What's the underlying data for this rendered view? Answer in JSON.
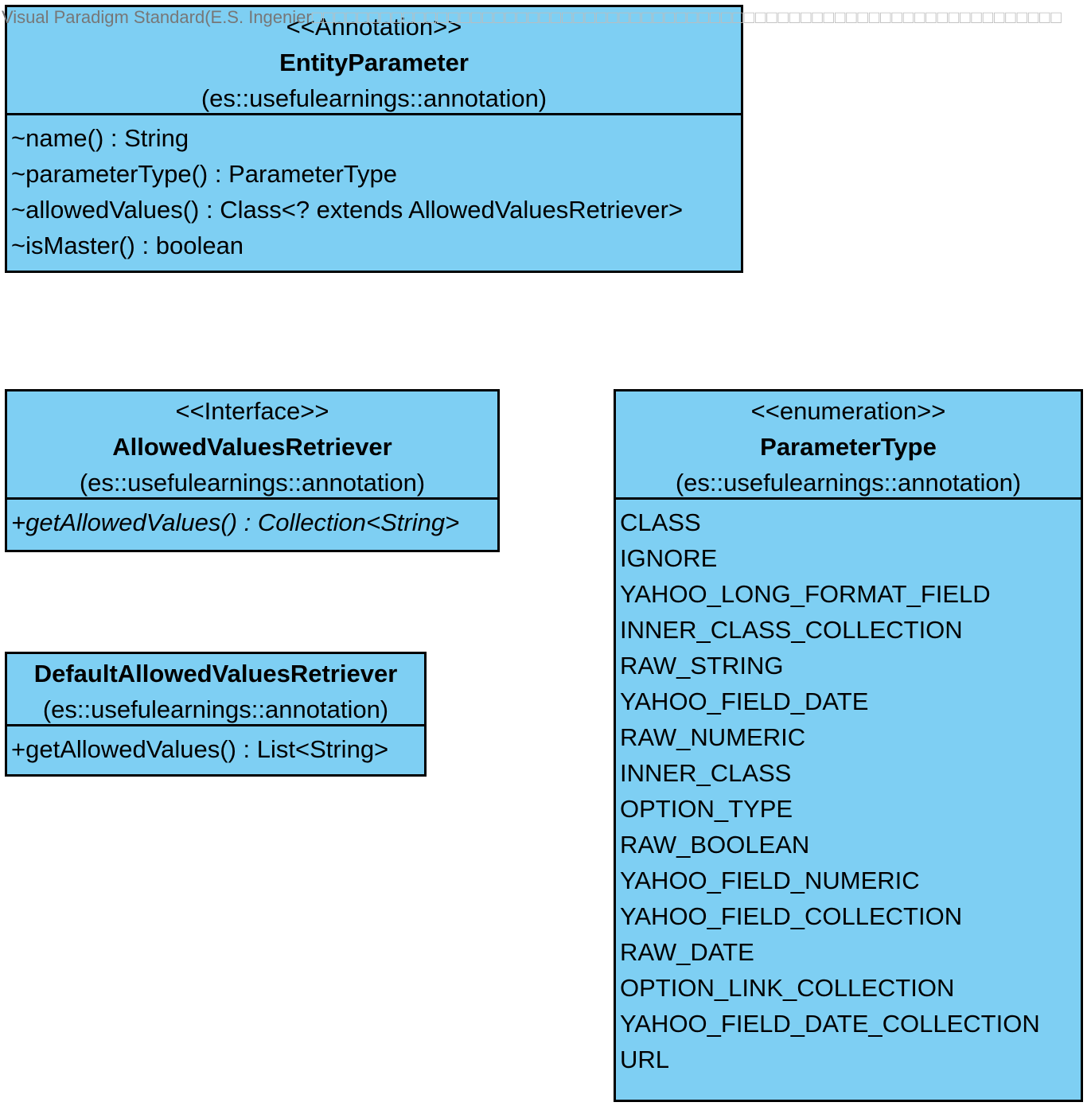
{
  "watermark": {
    "text": "Visual Paradigm Standard(E.S. Ingenier",
    "boxes": "□□□□□□□□□□□□□□□□□□□□□□□□□□□□□□□□□□□□□□□□□□□□□□□□□□□□□□□□□□□□□□□□□□"
  },
  "entity_parameter": {
    "stereotype": "<<Annotation>>",
    "name": "EntityParameter",
    "package": "(es::usefulearnings::annotation)",
    "members": [
      "~name() : String",
      "~parameterType() : ParameterType",
      "~allowedValues() : Class<? extends AllowedValuesRetriever>",
      "~isMaster() : boolean"
    ]
  },
  "allowed_values_retriever": {
    "stereotype": "<<Interface>>",
    "name": "AllowedValuesRetriever",
    "package": "(es::usefulearnings::annotation)",
    "members": [
      "+getAllowedValues() : Collection<String>"
    ]
  },
  "default_allowed_values_retriever": {
    "name": "DefaultAllowedValuesRetriever",
    "package": "(es::usefulearnings::annotation)",
    "members": [
      "+getAllowedValues() : List<String>"
    ]
  },
  "parameter_type": {
    "stereotype": "<<enumeration>>",
    "name": "ParameterType",
    "package": "(es::usefulearnings::annotation)",
    "literals": [
      "CLASS",
      "IGNORE",
      "YAHOO_LONG_FORMAT_FIELD",
      "INNER_CLASS_COLLECTION",
      "RAW_STRING",
      "YAHOO_FIELD_DATE",
      "RAW_NUMERIC",
      "INNER_CLASS",
      "OPTION_TYPE",
      "RAW_BOOLEAN",
      "YAHOO_FIELD_NUMERIC",
      "YAHOO_FIELD_COLLECTION",
      "RAW_DATE",
      "OPTION_LINK_COLLECTION",
      "YAHOO_FIELD_DATE_COLLECTION",
      "URL"
    ]
  },
  "colors": {
    "class_fill": "#7ecff3",
    "border": "#000000",
    "watermark": "#777777"
  }
}
